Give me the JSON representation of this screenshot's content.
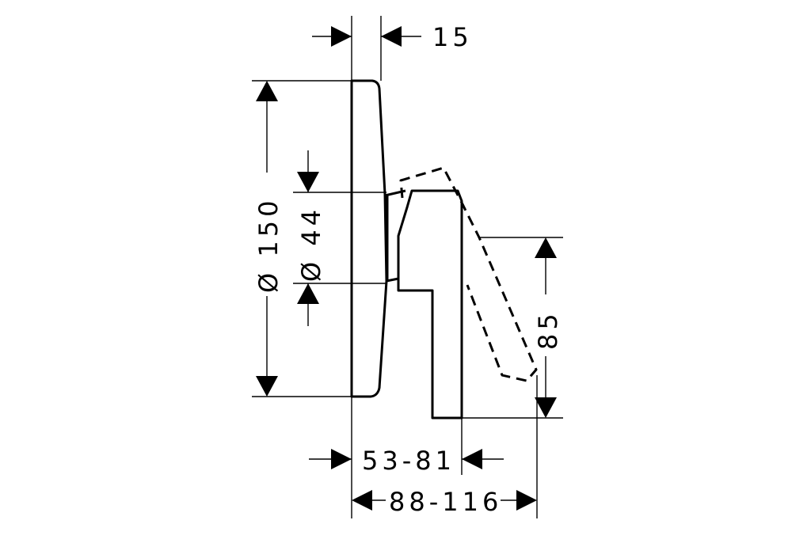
{
  "drawing": {
    "dimensions": {
      "depth_plate": "15",
      "diameter_plate": "Ø 150",
      "diameter_boss": "Ø 44",
      "handle_height": "85",
      "depth_handle": "53-81",
      "depth_overall": "88-116"
    },
    "colors": {
      "line": "#000000",
      "background": "#ffffff"
    }
  }
}
